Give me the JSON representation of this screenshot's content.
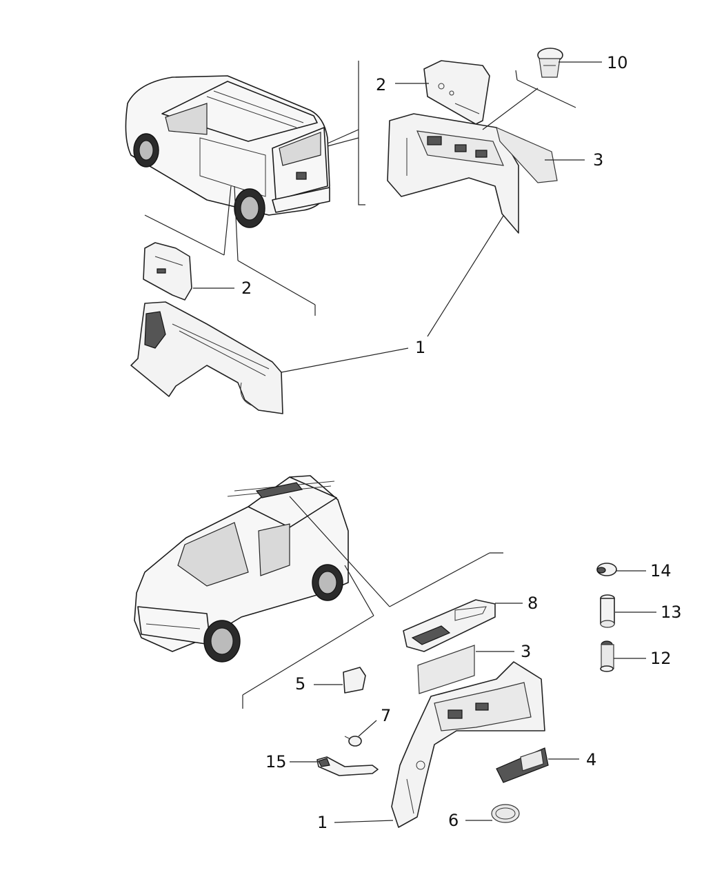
{
  "callouts": {
    "upper": {
      "c1": "1",
      "c2_left": "2",
      "c2_right": "2",
      "c3": "3",
      "c10": "10"
    },
    "lower": {
      "c1": "1",
      "c3": "3",
      "c4": "4",
      "c5": "5",
      "c6": "6",
      "c7": "7",
      "c8": "8",
      "c12": "12",
      "c13": "13",
      "c14": "14",
      "c15": "15"
    }
  }
}
